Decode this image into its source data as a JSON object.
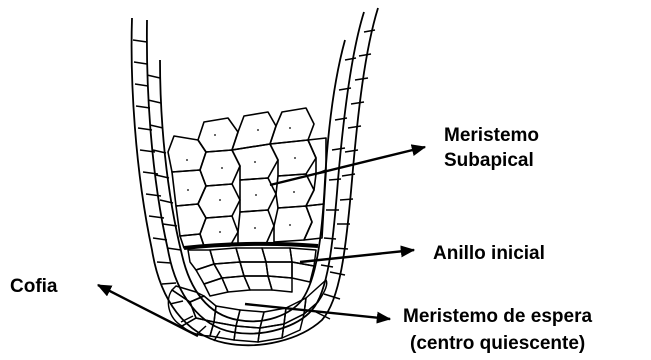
{
  "labels": {
    "meristemo_subapical_line1": "Meristemo",
    "meristemo_subapical_line2": "Subapical",
    "anillo_inicial": "Anillo inicial",
    "cofia": "Cofia",
    "meristemo_espera_line1": "Meristemo de espera",
    "meristemo_espera_line2": "(centro quiescente)"
  },
  "colors": {
    "ink": "#000000",
    "background": "#ffffff"
  }
}
